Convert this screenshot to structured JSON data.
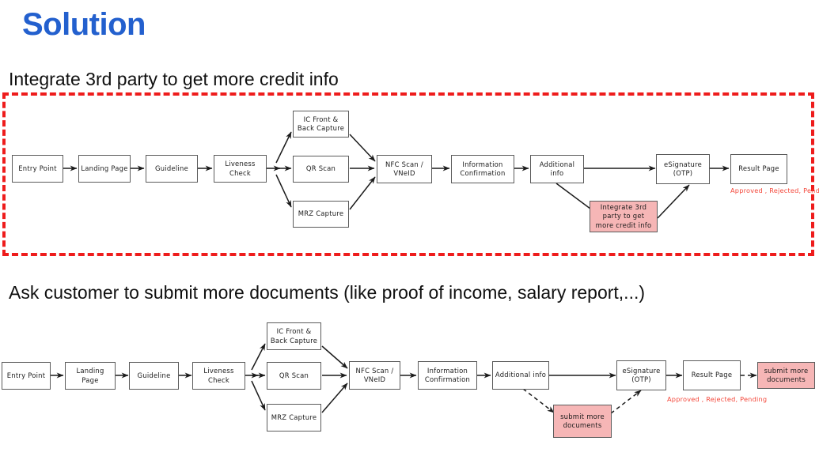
{
  "title": "Solution",
  "title_color": "#2360CE",
  "accent_red": "#EE1C1C",
  "pink_fill": "#F6B6B6",
  "sections": [
    {
      "heading": "Integrate 3rd party to get more credit info",
      "highlighted": true,
      "nodes": [
        {
          "id": "entry-point",
          "label": "Entry Point",
          "style": "plain"
        },
        {
          "id": "landing-page",
          "label": "Landing Page",
          "style": "plain"
        },
        {
          "id": "guideline",
          "label": "Guideline",
          "style": "plain"
        },
        {
          "id": "liveness-check",
          "label": "Liveness Check",
          "style": "plain"
        },
        {
          "id": "ic-capture",
          "label": "IC Front &\nBack Capture",
          "style": "plain"
        },
        {
          "id": "qr-scan",
          "label": "QR Scan",
          "style": "plain"
        },
        {
          "id": "mrz-capture",
          "label": "MRZ Capture",
          "style": "plain"
        },
        {
          "id": "nfc-scan",
          "label": "NFC Scan /\nVNeID",
          "style": "plain"
        },
        {
          "id": "info-confirm",
          "label": "Information\nConfirmation",
          "style": "plain"
        },
        {
          "id": "additional-info",
          "label": "Additional info",
          "style": "plain"
        },
        {
          "id": "esignature",
          "label": "eSignature\n(OTP)",
          "style": "plain"
        },
        {
          "id": "result-page",
          "label": "Result Page",
          "style": "plain"
        },
        {
          "id": "integrate-3rd",
          "label": "Integrate 3rd\nparty to get\nmore credit info",
          "style": "pink"
        }
      ],
      "note": "Approved , Rejected, Pending"
    },
    {
      "heading": "Ask customer to submit more documents (like proof of income, salary report,...)",
      "highlighted": false,
      "nodes": [
        {
          "id": "entry-point",
          "label": "Entry Point",
          "style": "plain"
        },
        {
          "id": "landing-page",
          "label": "Landing Page",
          "style": "plain"
        },
        {
          "id": "guideline",
          "label": "Guideline",
          "style": "plain"
        },
        {
          "id": "liveness-check",
          "label": "Liveness Check",
          "style": "plain"
        },
        {
          "id": "ic-capture",
          "label": "IC Front &\nBack Capture",
          "style": "plain"
        },
        {
          "id": "qr-scan",
          "label": "QR Scan",
          "style": "plain"
        },
        {
          "id": "mrz-capture",
          "label": "MRZ Capture",
          "style": "plain"
        },
        {
          "id": "nfc-scan",
          "label": "NFC Scan /\nVNeID",
          "style": "plain"
        },
        {
          "id": "info-confirm",
          "label": "Information\nConfirmation",
          "style": "plain"
        },
        {
          "id": "additional-info",
          "label": "Additional info",
          "style": "plain"
        },
        {
          "id": "esignature",
          "label": "eSignature\n(OTP)",
          "style": "plain"
        },
        {
          "id": "result-page",
          "label": "Result Page",
          "style": "plain"
        },
        {
          "id": "submit-docs-1",
          "label": "submit more\ndocuments",
          "style": "pink"
        },
        {
          "id": "submit-docs-2",
          "label": "submit more\ndocuments",
          "style": "pink"
        }
      ],
      "note": "Approved , Rejected, Pending"
    }
  ]
}
